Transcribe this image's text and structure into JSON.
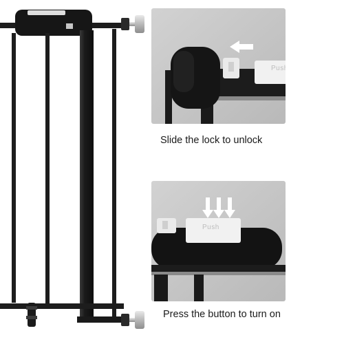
{
  "product_photo": {
    "instructions": [
      {
        "caption": "Slide the lock to unlock",
        "button_label": "Push"
      },
      {
        "caption": "Press the button to turn on",
        "button_label": "Push"
      }
    ],
    "colors": {
      "gate_frame": "#1b1b1b",
      "panel_background": "#c9c9c9",
      "button": "#f1f1f1",
      "arrow": "#ffffff",
      "text": "#1a1a1a"
    }
  }
}
